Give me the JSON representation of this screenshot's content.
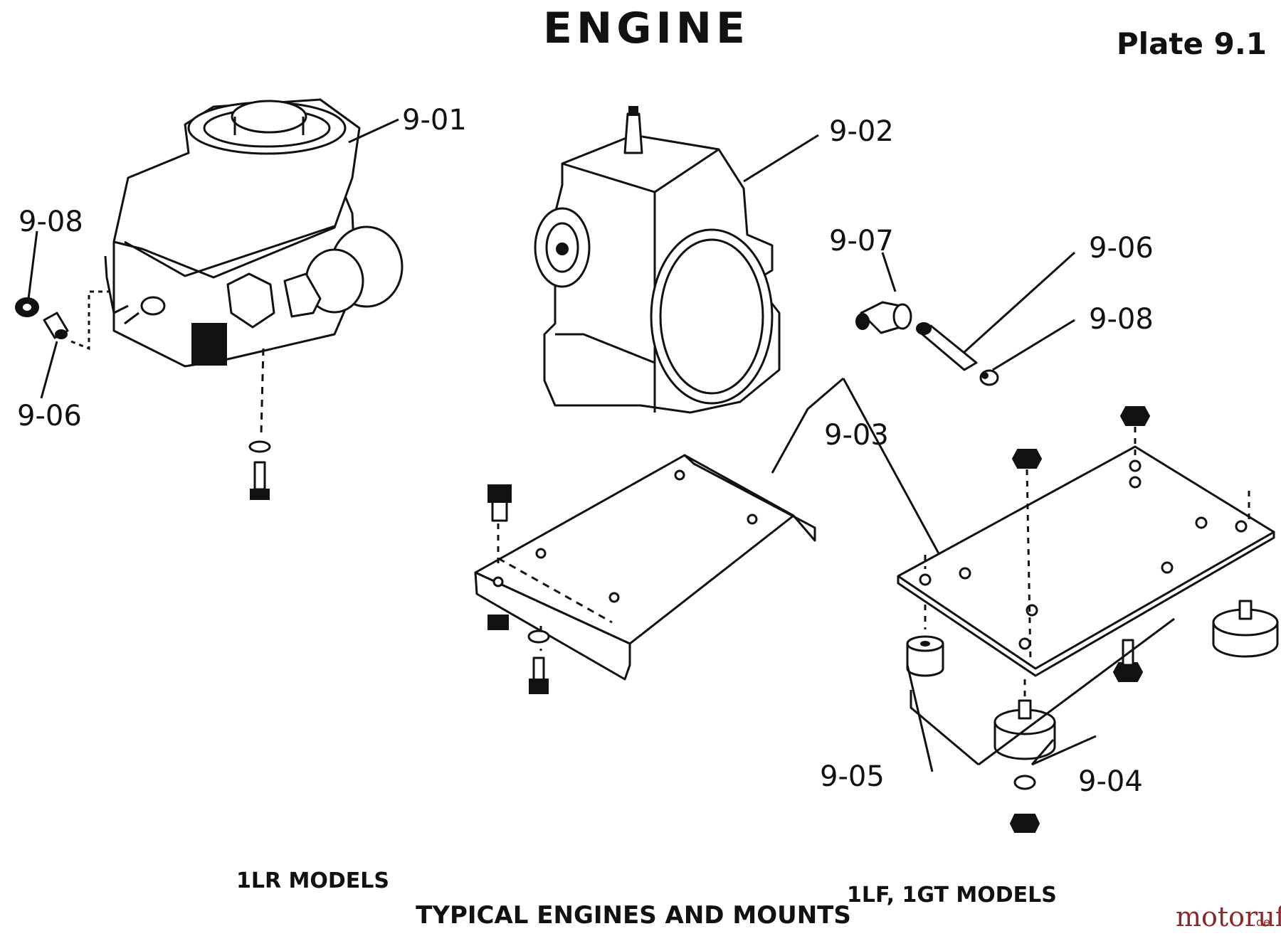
{
  "title": "ENGINE",
  "plate": "Plate 9.1",
  "parts": [
    "9-01",
    "9-02",
    "9-03",
    "9-04",
    "9-05",
    "9-06",
    "9-07",
    "9-08"
  ],
  "captions": {
    "left_models": "1LR MODELS",
    "right_models": "1LF, 1GT MODELS",
    "main": "TYPICAL ENGINES AND MOUNTS"
  },
  "watermark": {
    "brand": "motoruf",
    "suffix": ".de"
  },
  "colors": {
    "ink": "#111111",
    "paper": "#ffffff",
    "watermark": "#8a2a2a"
  }
}
